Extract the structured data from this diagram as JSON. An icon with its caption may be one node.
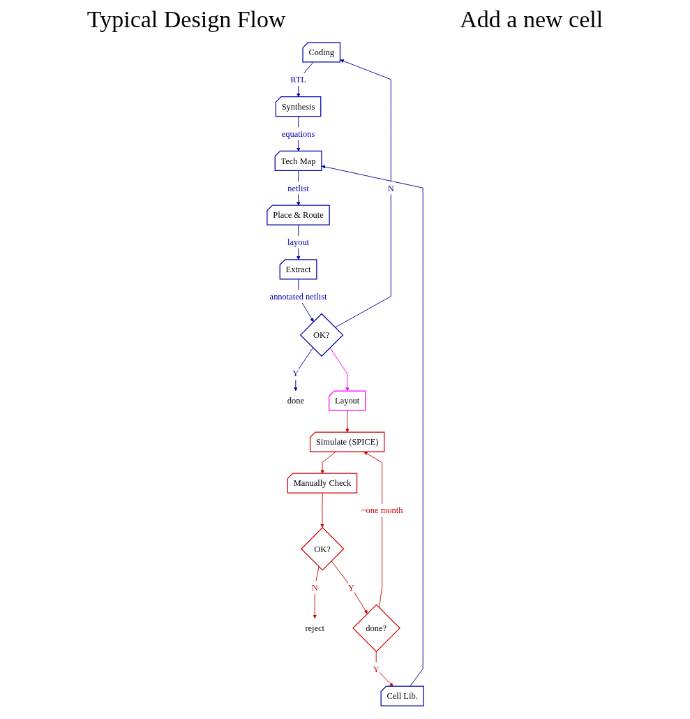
{
  "diagram": {
    "title": "Typical Design Flow",
    "nodes": [
      {
        "text": [
          "Coding"
        ]
      },
      {
        "text": [
          "Synthesis"
        ]
      },
      {
        "text": [
          "Cell Lib."
        ]
      },
      {
        "text": [
          "Tech Map"
        ]
      },
      {
        "text": [
          "Place & Route"
        ]
      },
      {
        "text": [
          "Extract"
        ]
      },
      {
        "text": [
          "OK?"
        ]
      },
      {
        "text": [
          "done"
        ]
      },
      {
        "text": [
          "Layout"
        ]
      },
      {
        "text": [
          "Simulate (SPICE)"
        ]
      },
      {
        "text": [
          "Manually Check"
        ]
      },
      {
        "text": [
          "OK?"
        ]
      },
      {
        "text": [
          "reject"
        ]
      },
      {
        "text": [
          "done?"
        ]
      }
    ],
    "edges": [
      {
        "from": 0,
        "to": 1,
        "arrow": "to",
        "label": "RTL"
      },
      {
        "from": 1,
        "to": 3,
        "arrow": "to",
        "label": "equations"
      },
      {
        "from": 2,
        "to": 3,
        "arrow": "to"
      },
      {
        "from": 3,
        "to": 4,
        "arrow": "to",
        "label": "netlist"
      },
      {
        "from": 4,
        "to": 5,
        "arrow": "to",
        "label": "layout"
      },
      {
        "from": 5,
        "to": 6,
        "arrow": "to",
        "label": "annotated netlist"
      },
      {
        "from": 6,
        "to": 0,
        "arrow": "to",
        "label": "N"
      },
      {
        "from": 6,
        "to": 7,
        "arrow": "to",
        "label": "Y"
      },
      {
        "from": 6,
        "to": 8,
        "arrow": "to",
        "color": "#ff00ff"
      },
      {
        "from": 8,
        "to": 9,
        "arrow": "to",
        "color": "#cc0000"
      },
      {
        "from": 9,
        "to": 10,
        "arrow": "to",
        "color": "#cc0000"
      },
      {
        "from": 10,
        "to": 11,
        "arrow": "to",
        "color": "#cc0000"
      },
      {
        "from": 11,
        "to": 12,
        "arrow": "to",
        "label": "N",
        "color": "#cc0000"
      },
      {
        "from": 11,
        "to": 13,
        "arrow": "to",
        "label": "Y",
        "color": "#cc0000"
      },
      {
        "from": 13,
        "to": 2,
        "arrow": "to",
        "label": "Y",
        "color": "#cc0000"
      },
      {
        "from": 13,
        "to": 9,
        "arrow": "to",
        "label": "~one month",
        "color": "#cc0000"
      }
    ],
    "labels": [
      "Add a new cell"
    ]
  }
}
